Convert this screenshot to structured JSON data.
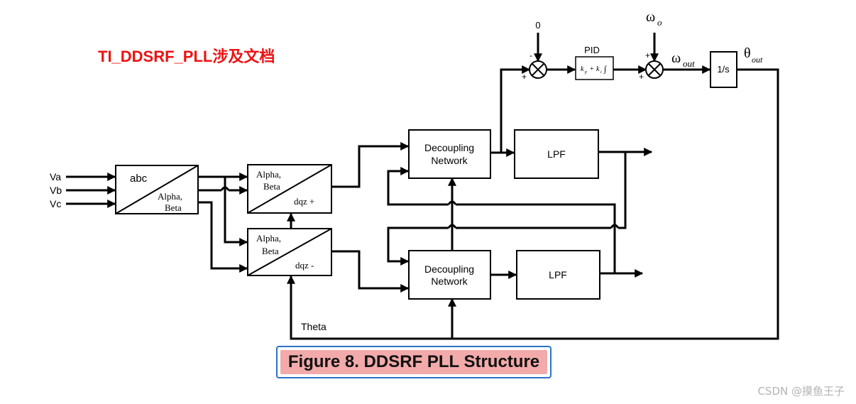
{
  "annotation_title": "TI_DDSRF_PLL涉及文档",
  "caption": "Figure 8. DDSRF PLL Structure",
  "watermark": "CSDN @摸鱼王子",
  "inputs": {
    "va": "Va",
    "vb": "Vb",
    "vc": "Vc"
  },
  "abc_block": {
    "top": "abc",
    "bottom_1": "Alpha,",
    "bottom_2": "Beta"
  },
  "dqz_pos_block": {
    "top_1": "Alpha,",
    "top_2": "Beta",
    "bottom": "dqz +"
  },
  "dqz_neg_block": {
    "top_1": "Alpha,",
    "top_2": "Beta",
    "bottom": "dqz -"
  },
  "decoupling_top": {
    "line1": "Decoupling",
    "line2": "Network"
  },
  "decoupling_bottom": {
    "line1": "Decoupling",
    "line2": "Network"
  },
  "lpf_top": "LPF",
  "lpf_bottom": "LPF",
  "pid": {
    "label": "PID",
    "formula_kp": "k",
    "formula_p_sub": "p",
    "formula_plus": "+",
    "formula_ki": "k",
    "formula_i_sub": "i",
    "formula_int": "∫"
  },
  "zero_ref": "0",
  "sum1": {
    "top_sign": "-",
    "bottom_sign": "+"
  },
  "sum2": {
    "top_sign": "+",
    "bottom_sign": "+"
  },
  "omega_o": {
    "symbol": "ω",
    "sub": "o"
  },
  "omega_out": {
    "symbol": "ω",
    "sub": "out"
  },
  "integrator": "1/s",
  "theta_out": {
    "symbol": "θ",
    "sub": "out"
  },
  "theta_label": "Theta",
  "colors": {
    "title": "#ee1111",
    "caption_bg": "#f2aaaa",
    "caption_border": "#2a73c8",
    "watermark": "#b3b3b3"
  }
}
